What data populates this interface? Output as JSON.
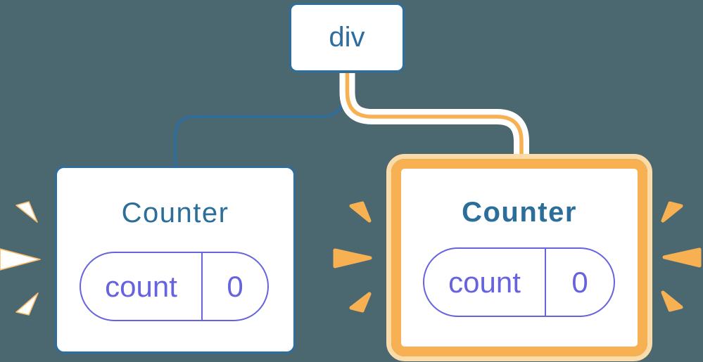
{
  "diagram": {
    "description": "Component tree: a div root with two Counter children; the second Counter is highlighted",
    "root": {
      "label": "div"
    },
    "children": [
      {
        "title": "Counter",
        "state": {
          "label": "count",
          "value": "0"
        },
        "highlighted": false,
        "sparkle_color": "white"
      },
      {
        "title": "Counter",
        "state": {
          "label": "count",
          "value": "0"
        },
        "highlighted": true,
        "sparkle_color": "orange"
      }
    ]
  },
  "colors": {
    "background": "#4B6770",
    "node_stroke_blue": "#2E6E9E",
    "title_text": "#2B6E99",
    "state_pill_purple": "#6763DF",
    "highlight_orange": "#F8B152",
    "highlight_orange_light": "#FBDCA9",
    "edge_casing_white": "#FFFFFF"
  }
}
